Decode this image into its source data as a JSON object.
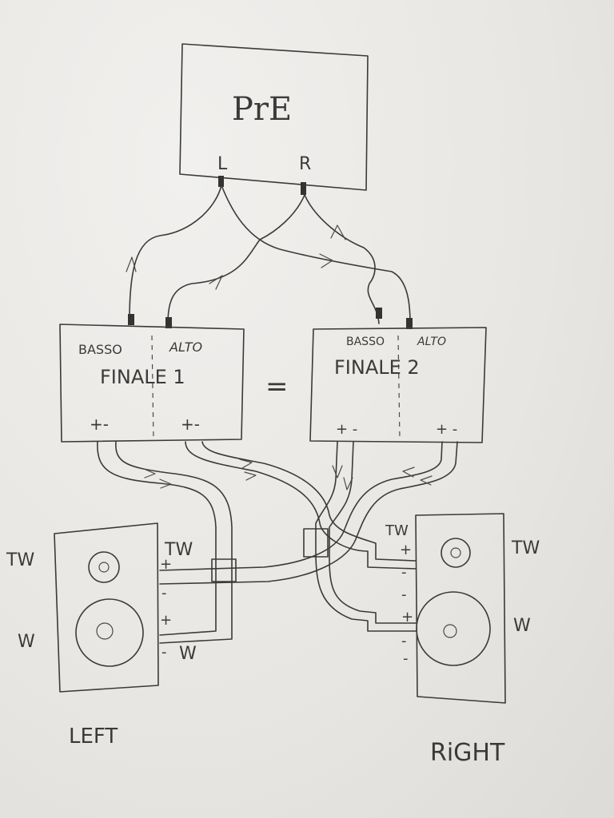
{
  "pre": {
    "label": "PrE",
    "left": "L",
    "right": "R"
  },
  "amp1": {
    "basso": "BASSO",
    "alto": "ALTO",
    "title": "FINALE 1",
    "plus_minus_a": "+-",
    "plus_minus_b": "+-"
  },
  "amp2": {
    "basso": "BASSO",
    "alto": "ALTO",
    "title": "FINALE 2",
    "plus_minus_a": "+ -",
    "plus_minus_b": "+ -"
  },
  "equals": "=",
  "left_speaker": {
    "tw_outer": "TW",
    "tw_inner": "TW",
    "w_outer": "W",
    "w_inner": "W",
    "plus": "+",
    "minus": "-",
    "caption": "LEFT"
  },
  "right_speaker": {
    "tw_outer": "TW",
    "tw_inner": "TW",
    "w_outer": "W",
    "plus": "+",
    "minus": "-",
    "caption": "RiGHT"
  }
}
